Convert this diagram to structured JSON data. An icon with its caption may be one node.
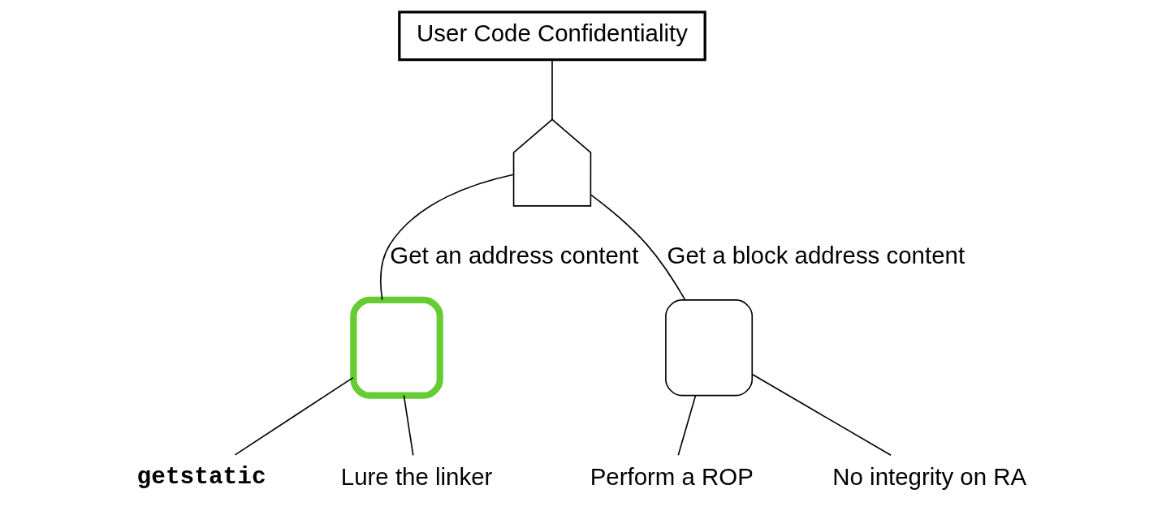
{
  "diagram": {
    "nodes": [
      {
        "text": [
          "User Code Confidentiality"
        ]
      },
      {
        "text": [],
        "shape": "gate"
      },
      {
        "text": [],
        "shape": "gate"
      },
      {
        "text": [],
        "shape": "gate"
      },
      {
        "text": [
          "getstatic"
        ]
      },
      {
        "text": [
          "Lure the linker"
        ]
      },
      {
        "text": [
          "Perform a ROP"
        ]
      },
      {
        "text": [
          "No integrity on RA"
        ]
      }
    ],
    "edges": [
      {
        "from": 0,
        "to": 1,
        "arrow": "none"
      },
      {
        "from": 1,
        "to": 2,
        "arrow": "none",
        "label": "Get an address content"
      },
      {
        "from": 1,
        "to": 3,
        "arrow": "none",
        "label": "Get a block address content"
      },
      {
        "from": 2,
        "to": 4,
        "arrow": "none"
      },
      {
        "from": 2,
        "to": 5,
        "arrow": "none"
      },
      {
        "from": 3,
        "to": 6,
        "arrow": "none"
      },
      {
        "from": 3,
        "to": 7,
        "arrow": "none"
      }
    ]
  }
}
